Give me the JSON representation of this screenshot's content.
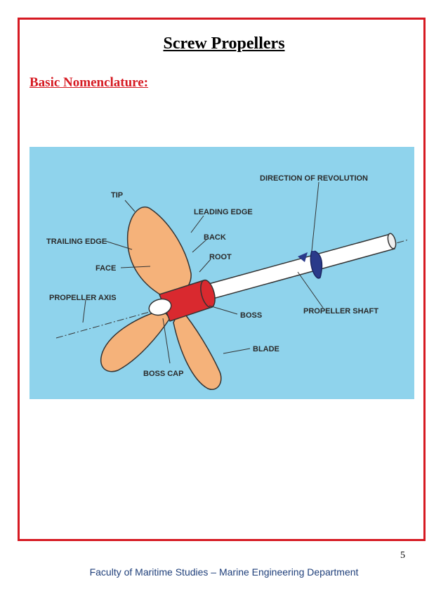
{
  "page": {
    "title": "Screw Propellers",
    "subtitle": "Basic Nomenclature:",
    "page_number": "5",
    "footer": "Faculty of Maritime Studies – Marine Engineering Department"
  },
  "colors": {
    "frame": "#d61a22",
    "subtitle": "#d61a22",
    "figure_background": "#8fd3ec",
    "blade": "#f5b27a",
    "boss": "#d9292f",
    "shaft": "#ffffff",
    "footer": "#1f3f7a"
  },
  "diagram": {
    "labels": {
      "tip": "TIP",
      "leading_edge": "LEADING EDGE",
      "trailing_edge": "TRAILING EDGE",
      "back": "BACK",
      "root": "ROOT",
      "face": "FACE",
      "propeller_axis": "PROPELLER AXIS",
      "boss": "BOSS",
      "blade": "BLADE",
      "boss_cap": "BOSS CAP",
      "direction_of_revolution": "DIRECTION OF REVOLUTION",
      "propeller_shaft": "PROPELLER SHAFT"
    }
  }
}
